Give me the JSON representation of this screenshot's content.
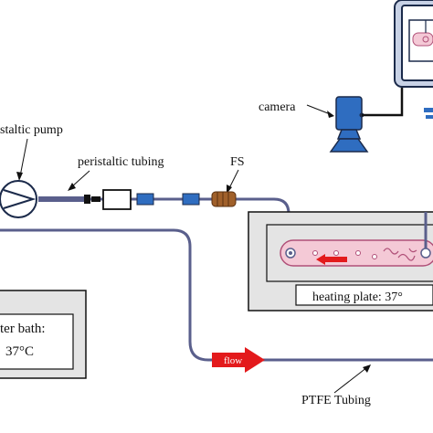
{
  "labels": {
    "pump": "staltic pump",
    "tubing": "peristaltic tubing",
    "fs": "FS",
    "camera": "camera",
    "heating_plate": "heating plate: 37°",
    "water_bath_line1": "ter bath:",
    "water_bath_line2": "37°C",
    "flow": "flow",
    "ptfe": "PTFE Tubing"
  },
  "colors": {
    "tubing": "#5a5f8c",
    "device_blue": "#2f6dc0",
    "plate_fill": "#e4e4e4",
    "channel_fill": "#f4c9d6",
    "channel_stroke": "#b05078",
    "flow_arrow": "#e31a1c",
    "fs_connector": "#a0602a"
  },
  "icons": {
    "pump": "peristaltic-pump-icon",
    "camera": "camera-icon",
    "fs": "flow-sensor-icon",
    "flow_arrow": "flow-arrow-icon"
  }
}
